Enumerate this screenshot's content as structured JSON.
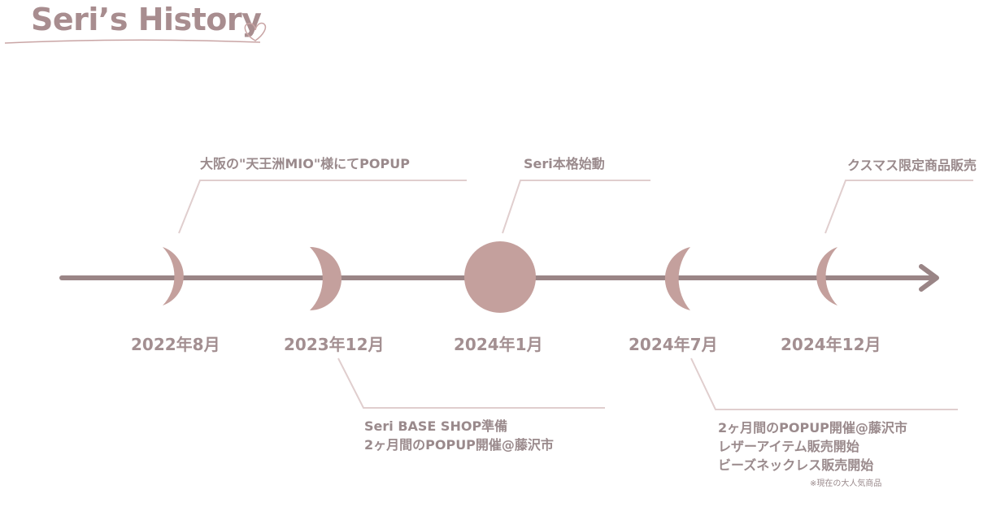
{
  "title": "Seri’s History",
  "colors": {
    "moon": "#c4a09d",
    "line": "#9a8586",
    "connector": "#e0cece",
    "text": "#a28f91"
  },
  "milestones": [
    {
      "date": "2022年8月",
      "phase": "waxing-crescent",
      "events_above": [
        "大阪の\"天王洲MIO\"様にてPOPUP"
      ]
    },
    {
      "date": "2023年12月",
      "phase": "waxing-gibbous",
      "events_below": [
        "Seri BASE SHOP準備",
        "2ヶ月間のPOPUP開催@藤沢市"
      ]
    },
    {
      "date": "2024年1月",
      "phase": "full-moon",
      "events_above": [
        "Seri本格始動"
      ]
    },
    {
      "date": "2024年7月",
      "phase": "waning-gibbous",
      "events_below": [
        "2ヶ月間のPOPUP開催@藤沢市",
        "レザーアイテム販売開始",
        "ビーズネックレス販売開始"
      ],
      "note": "※現在の大人気商品"
    },
    {
      "date": "2024年12月",
      "phase": "waning-crescent",
      "events_above": [
        "クスマス限定商品販売"
      ]
    }
  ]
}
